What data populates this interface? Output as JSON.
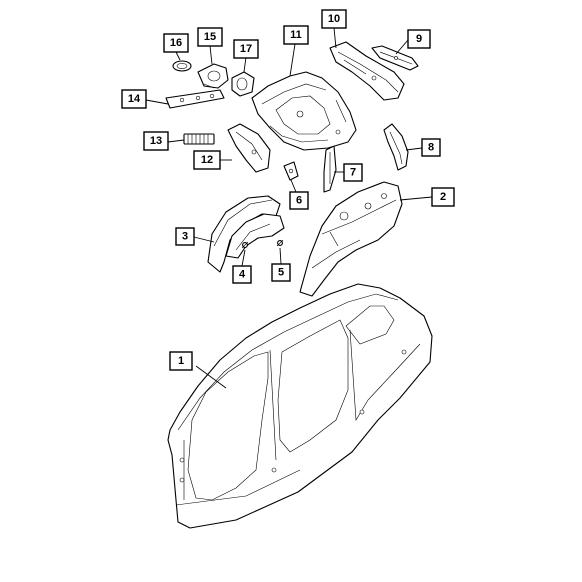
{
  "diagram": {
    "parts": [
      {
        "id": "1",
        "label": "1",
        "icon": "body-side-aperture-panel"
      },
      {
        "id": "2",
        "label": "2",
        "icon": "quarter-inner-panel"
      },
      {
        "id": "3",
        "label": "3",
        "icon": "wheelhouse-liner"
      },
      {
        "id": "4",
        "label": "4",
        "icon": "push-pin-fastener"
      },
      {
        "id": "5",
        "label": "5",
        "icon": "push-pin-fastener"
      },
      {
        "id": "6",
        "label": "6",
        "icon": "small-bracket"
      },
      {
        "id": "7",
        "label": "7",
        "icon": "reinforcement-strip"
      },
      {
        "id": "8",
        "label": "8",
        "icon": "d-pillar-reinforcement"
      },
      {
        "id": "9",
        "label": "9",
        "icon": "roof-rail-extension"
      },
      {
        "id": "10",
        "label": "10",
        "icon": "rear-rail-bracket"
      },
      {
        "id": "11",
        "label": "11",
        "icon": "rear-quarter-inner-assembly"
      },
      {
        "id": "12",
        "label": "12",
        "icon": "c-pillar-extension"
      },
      {
        "id": "13",
        "label": "13",
        "icon": "trim-clip-bracket"
      },
      {
        "id": "14",
        "label": "14",
        "icon": "reinforcement-bracket"
      },
      {
        "id": "15",
        "label": "15",
        "icon": "fuel-filler-housing"
      },
      {
        "id": "16",
        "label": "16",
        "icon": "grommet-ring"
      },
      {
        "id": "17",
        "label": "17",
        "icon": "fuel-door-housing"
      }
    ]
  }
}
